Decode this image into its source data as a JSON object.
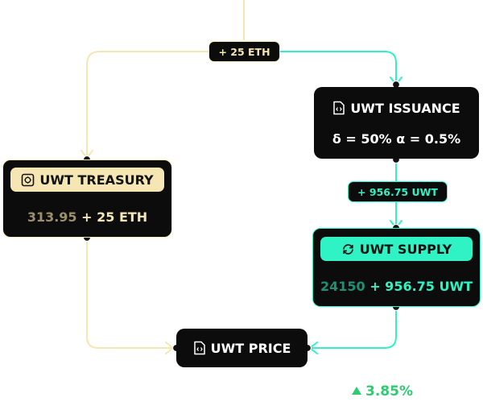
{
  "colors": {
    "eth": "#f5e6b3",
    "uwt": "#2ff2c5",
    "node_bg": "#0c0c0c",
    "up": "#2ecc71"
  },
  "flow_top": {
    "label": "+ 25 ETH"
  },
  "issuance": {
    "title": "UWT ISSUANCE",
    "params": "δ = 50% α = 0.5%",
    "icon": "code-file-icon"
  },
  "issuance_flow": {
    "label": "+ 956.75 UWT"
  },
  "treasury": {
    "title": "UWT TREASURY",
    "current": "313.95",
    "delta": "+ 25 ETH",
    "icon": "vault-icon"
  },
  "supply": {
    "title": "UWT SUPPLY",
    "current": "24150",
    "delta": "+ 956.75 UWT",
    "icon": "refresh-icon"
  },
  "price": {
    "title": "UWT PRICE",
    "icon": "code-file-icon",
    "change": "3.85%",
    "change_icon": "triangle-up-icon"
  }
}
